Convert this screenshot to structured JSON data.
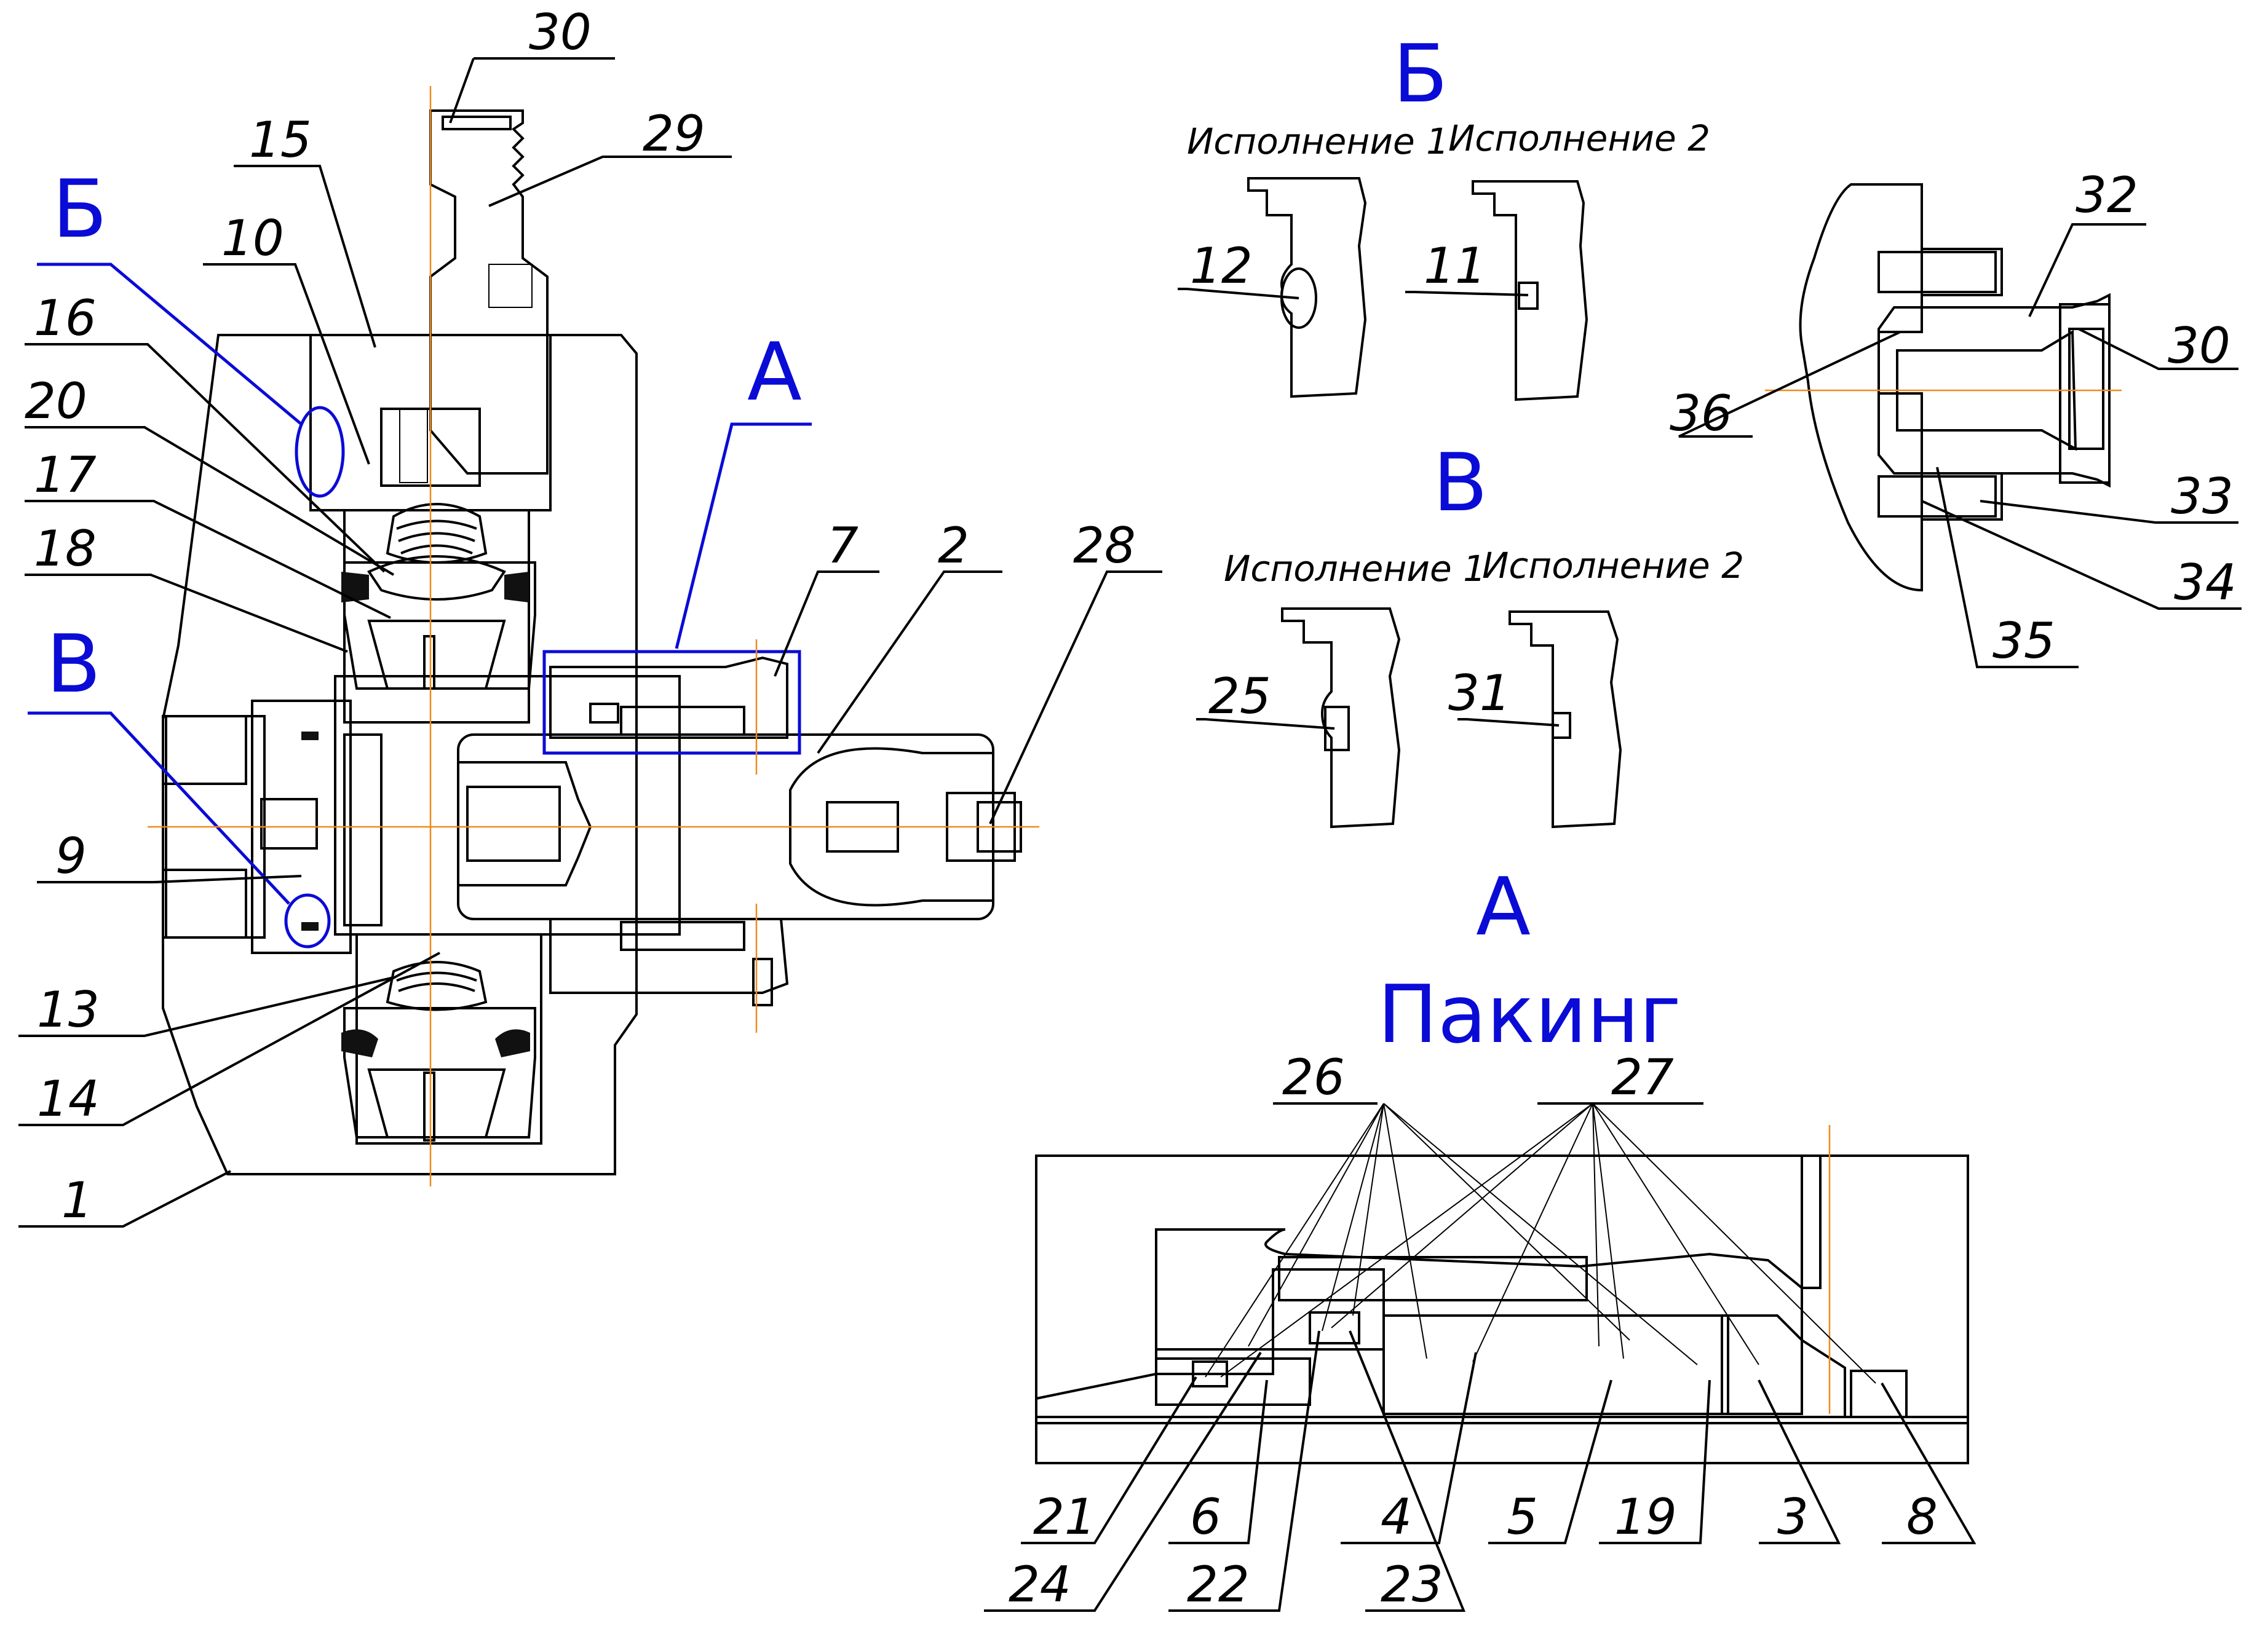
{
  "colors": {
    "line": "#000000",
    "axis": "#f08a1a",
    "view_marks": "#0b0bd6",
    "background": "#ffffff"
  },
  "view_marks": {
    "b_main": "Б",
    "v_main": "В",
    "a_main": "А",
    "b_detail": "Б",
    "v_detail": "В",
    "a_detail": "А",
    "a_subtitle": "Пакинг"
  },
  "captions": {
    "b_var1": "Исполнение 1",
    "b_var2": "Исполнение 2",
    "v_var1": "Исполнение 1",
    "v_var2": "Исполнение 2"
  },
  "labels": {
    "l1": "1",
    "l2": "2",
    "l3": "3",
    "l4": "4",
    "l5": "5",
    "l6": "6",
    "l7": "7",
    "l8": "8",
    "l9": "9",
    "l10": "10",
    "l11": "11",
    "l12": "12",
    "l13": "13",
    "l14": "14",
    "l15": "15",
    "l16": "16",
    "l17": "17",
    "l18": "18",
    "l19": "19",
    "l20": "20",
    "l21": "21",
    "l22": "22",
    "l23": "23",
    "l24": "24",
    "l25": "25",
    "l26": "26",
    "l27": "27",
    "l28": "28",
    "l29": "29",
    "l30a": "30",
    "l30b": "30",
    "l31": "31",
    "l32": "32",
    "l33": "33",
    "l34": "34",
    "l35": "35",
    "l36": "36"
  }
}
